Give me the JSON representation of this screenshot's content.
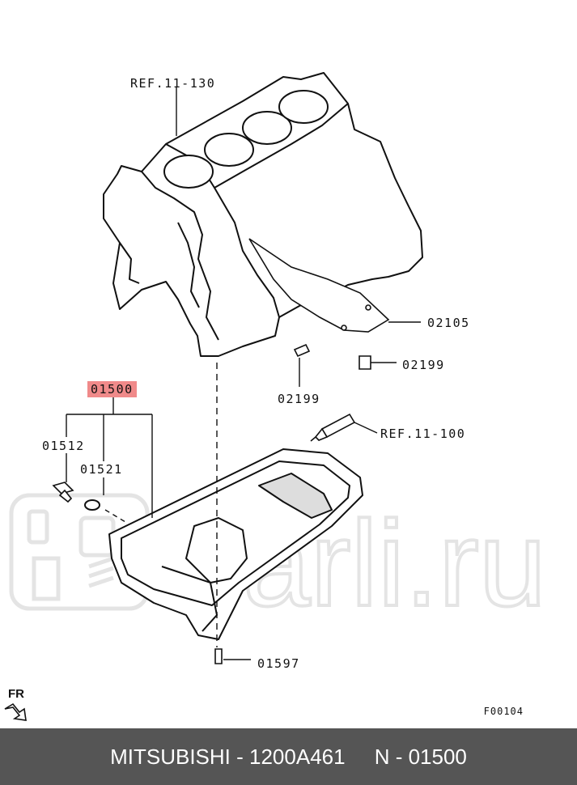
{
  "labels": {
    "ref_block": "REF.11-130",
    "ref_sealant": "REF.11-100",
    "p02105": "02105",
    "p02199_right": "02199",
    "p02199_bottom": "02199",
    "p01500": "01500",
    "p01512": "01512",
    "p01521": "01521",
    "p01597": "01597",
    "fr": "FR",
    "figure_code": "F00104"
  },
  "watermark": "Parli.ru",
  "footer": {
    "brand": "MITSUBISHI",
    "part_number": "1200A461",
    "position": "N - 01500"
  },
  "colors": {
    "highlight": "#f08a8a",
    "footer_bg": "#555555",
    "watermark": "#e6e6e6"
  }
}
